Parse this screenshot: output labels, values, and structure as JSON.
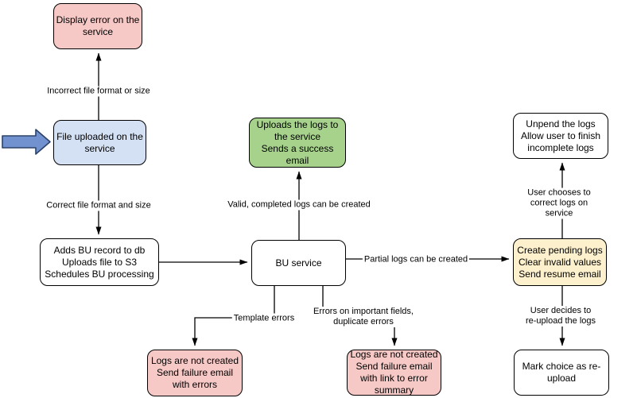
{
  "diagram": {
    "title": "File upload / BU processing flowchart",
    "colors": {
      "error_fill": "#f6c9c6",
      "input_fill": "#d4e1f4",
      "success_fill": "#a6d28c",
      "pending_fill": "#fcf0cd",
      "neutral_fill": "#ffffff",
      "node_border": "#000000",
      "edge_stroke": "#000000",
      "pointer_fill": "#7191cf",
      "pointer_border": "#2c4268"
    },
    "nodes": {
      "display_error": {
        "text": "Display error on the\nservice"
      },
      "file_uploaded": {
        "text": "File uploaded on the\nservice"
      },
      "adds_bu_record": {
        "text": "Adds BU record to db\nUploads file to S3\nSchedules BU processing"
      },
      "bu_service": {
        "text": "BU service"
      },
      "uploads_logs": {
        "text": "Uploads the logs to\nthe service\nSends a success\nemail"
      },
      "unpend_logs": {
        "text": "Unpend the logs\nAllow user to finish\nincomplete logs"
      },
      "create_pending": {
        "text": "Create pending logs\nClear invalid values\nSend resume email"
      },
      "mark_reupload": {
        "text": "Mark choice as re-\nupload"
      },
      "logs_not_created_errors": {
        "text": "Logs are not created\nSend failure email\nwith errors"
      },
      "logs_not_created_summary": {
        "text": "Logs are not created\nSend failure email\nwith link to error\nsummary"
      }
    },
    "edge_labels": {
      "incorrect_file": "Incorrect file format or size",
      "correct_file": "Correct file format and size",
      "valid_logs": "Valid, completed logs can be created",
      "partial_logs": "Partial logs can be created",
      "template_errors": "Template errors",
      "important_errors": "Errors on important fields,\nduplicate errors",
      "user_corrects": "User chooses to correct logs on service",
      "user_reuploads": "User decides to re-upload the logs"
    }
  }
}
